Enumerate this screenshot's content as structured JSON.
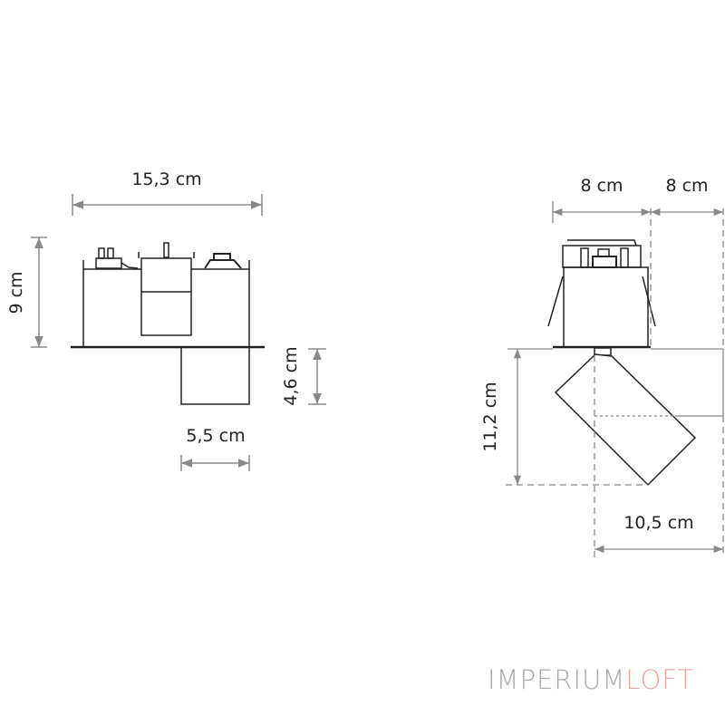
{
  "dimensions": {
    "width_front": "15,3 cm",
    "height_front": "9 cm",
    "spot_height": "4,6 cm",
    "spot_width": "5,5 cm",
    "side_width": "8 cm",
    "side_offset": "8 cm",
    "tilt_height": "11,2 cm",
    "tilt_width": "10,5 cm"
  },
  "logo": {
    "part1": "IMPERIUM",
    "part2": "LOFT"
  },
  "colors": {
    "line": "#222222",
    "dim_line": "#888888",
    "logo_gray": "#a9a9a9",
    "logo_pink": "#e7a3a0"
  }
}
